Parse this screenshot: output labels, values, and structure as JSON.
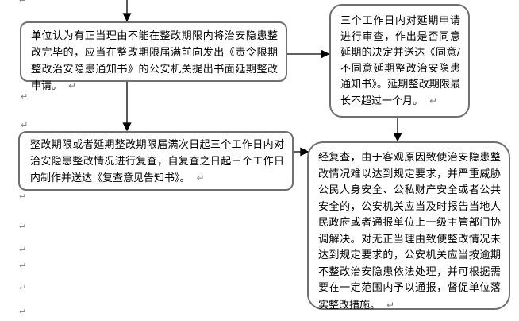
{
  "document": {
    "background_color": "#ffffff",
    "box_border_color": "#707070",
    "text_color": "#000000",
    "connector_color": "#000000",
    "mark_color": "#808080",
    "return_mark_glyph": "↵"
  },
  "flowchart": {
    "boxes": [
      {
        "id": "delay-application",
        "text": "单位认为有正当理由不能在整改期限内将治安隐患整改完毕的，应当在整改期限届满前向发出《责令限期整改治安隐患通知书》的公安机关提出书面延期整改申请。"
      },
      {
        "id": "delay-review",
        "text": "三个工作日内对延期申请进行审查，作出是否同意延期的决定并送达《同意/不同意延期整改治安隐患通知书》。延期整改期限最长不超过一个月。"
      },
      {
        "id": "recheck",
        "text": "整改期限或者延期整改期限届满次日起三个工作日内对治安隐患整改情况进行复查，自复查之日起三个工作日内制作并送达《复查意见告知书》。"
      },
      {
        "id": "result-handling",
        "text": "经复查，由于客观原因致使治安隐患整改情况难以达到规定要求，并严重威胁公民人身安全、公私财产安全或者公共安全的，公安机关应当及时报告当地人民政府或者通报单位上一级主管部门协调解决。对无正当理由致使整改情况未达到规定要求的，公安机关应当按逾期不整改治安隐患依法处理，并可根据需要在一定范围内予以通报，督促单位落实整改措施。"
      }
    ]
  }
}
